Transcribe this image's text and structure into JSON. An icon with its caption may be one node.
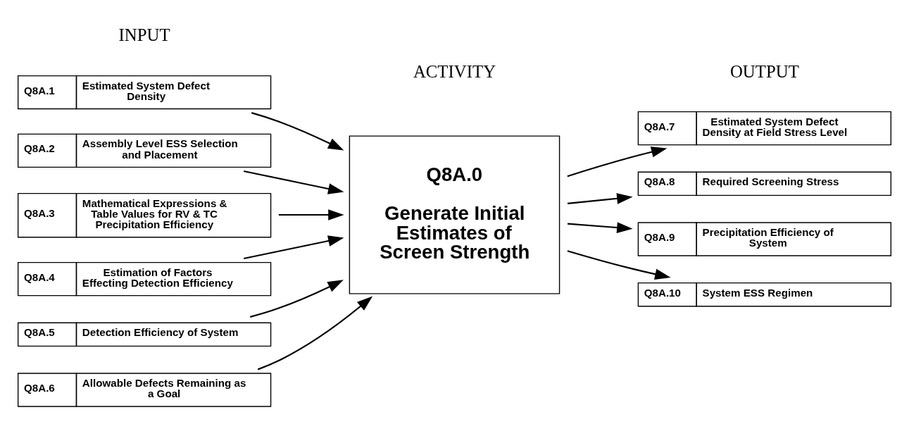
{
  "diagram": {
    "nodes": [
      {
        "text": [
          "Q8A.1",
          "Estimated System Defect Density"
        ]
      },
      {
        "text": [
          "Q8A.2",
          "Assembly Level ESS Selection and Placement"
        ]
      },
      {
        "text": [
          "Q8A.3",
          "Mathematical Expressions & Table Values for RV & TC Precipitation Efficiency"
        ]
      },
      {
        "text": [
          "Q8A.4",
          "Estimation of Factors Effecting Detection Efficiency"
        ]
      },
      {
        "text": [
          "Q8A.5",
          "Detection Efficiency of System"
        ]
      },
      {
        "text": [
          "Q8A.6",
          "Allowable Defects Remaining as a Goal"
        ]
      },
      {
        "text": [
          "Q8A.0",
          "Generate Initial Estimates of Screen Strength"
        ]
      },
      {
        "text": [
          "Q8A.7",
          "Estimated System Defect Density at Field Stress Level"
        ]
      },
      {
        "text": [
          "Q8A.8",
          "Required Screening Stress"
        ]
      },
      {
        "text": [
          "Q8A.9",
          "Precipitation Efficiency of System"
        ]
      },
      {
        "text": [
          "Q8A.10",
          "System ESS Regimen"
        ]
      }
    ],
    "edges": [
      {
        "from": 0,
        "to": 6,
        "arrow": "to"
      },
      {
        "from": 1,
        "to": 6,
        "arrow": "to"
      },
      {
        "from": 2,
        "to": 6,
        "arrow": "to"
      },
      {
        "from": 3,
        "to": 6,
        "arrow": "to"
      },
      {
        "from": 4,
        "to": 6,
        "arrow": "to"
      },
      {
        "from": 5,
        "to": 6,
        "arrow": "to"
      },
      {
        "from": 6,
        "to": 7,
        "arrow": "to"
      },
      {
        "from": 6,
        "to": 8,
        "arrow": "to"
      },
      {
        "from": 6,
        "to": 9,
        "arrow": "to"
      },
      {
        "from": 6,
        "to": 10,
        "arrow": "to"
      }
    ],
    "labels": [
      "INPUT",
      "ACTIVITY",
      "OUTPUT"
    ]
  }
}
